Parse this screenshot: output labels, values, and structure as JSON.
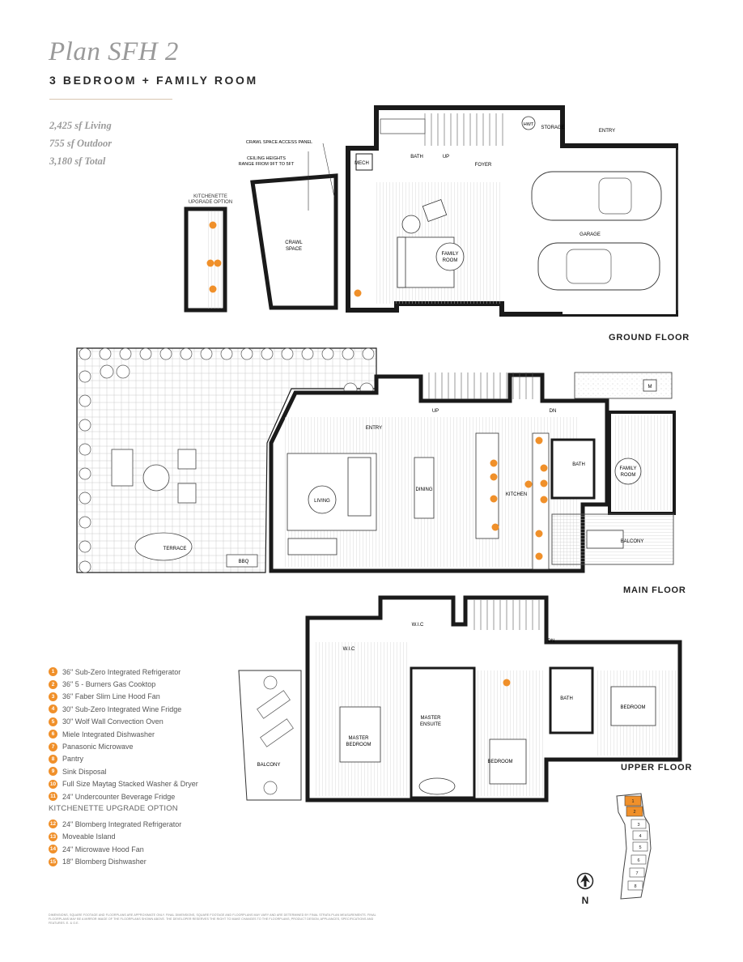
{
  "header": {
    "title": "Plan SFH 2",
    "subtitle": "3 BEDROOM + FAMILY ROOM",
    "areas": [
      "2,425 sf Living",
      "755 sf Outdoor",
      "3,180 sf Total"
    ]
  },
  "floors": {
    "ground": "GROUND FLOOR",
    "main": "MAIN FLOOR",
    "upper": "UPPER FLOOR"
  },
  "ground_labels": {
    "crawl_access": "CRAWL SPACE ACCESS PANEL",
    "ceiling_heights_1": "CEILING HEIGHTS",
    "ceiling_heights_2": "RANGE FROM 9FT TO 5FT",
    "kitchenette_1": "KITCHENETTE",
    "kitchenette_2": "UPGRADE OPTION",
    "crawl_1": "CRAWL",
    "crawl_2": "SPACE",
    "mech": "MECH",
    "bath": "BATH",
    "up": "UP",
    "foyer": "FOYER",
    "hwt": "HWT",
    "storage": "STORAGE",
    "entry": "ENTRY",
    "garage": "GARAGE",
    "family_1": "FAMILY",
    "family_2": "ROOM"
  },
  "main_labels": {
    "terrace": "TERRACE",
    "bbq": "BBQ",
    "entry": "ENTRY",
    "up": "UP",
    "dn": "DN",
    "living": "LIVING",
    "dining": "DINING",
    "kitchen": "KITCHEN",
    "bath": "BATH",
    "family_1": "FAMILY",
    "family_2": "ROOM",
    "balcony": "BALCONY",
    "m": "M"
  },
  "upper_labels": {
    "wic1": "W.I.C",
    "wic2": "W.I.C",
    "dn": "DN",
    "master_bed_1": "MASTER",
    "master_bed_2": "BEDROOM",
    "master_ens_1": "MASTER",
    "master_ens_2": "ENSUITE",
    "bedroom1": "BEDROOM",
    "bedroom2": "BEDROOM",
    "bath": "BATH",
    "balcony": "BALCONY"
  },
  "legend": {
    "items": [
      {
        "num": "1",
        "text": "36\" Sub-Zero Integrated Refrigerator"
      },
      {
        "num": "2",
        "text": "36\" 5 - Burners Gas Cooktop"
      },
      {
        "num": "3",
        "text": "36\" Faber Slim Line Hood Fan"
      },
      {
        "num": "4",
        "text": "30\" Sub-Zero Integrated Wine Fridge"
      },
      {
        "num": "5",
        "text": "30\" Wolf Wall Convection Oven"
      },
      {
        "num": "6",
        "text": "Miele Integrated Dishwasher"
      },
      {
        "num": "7",
        "text": "Panasonic Microwave"
      },
      {
        "num": "8",
        "text": "Pantry"
      },
      {
        "num": "9",
        "text": "Sink Disposal"
      },
      {
        "num": "10",
        "text": "Full Size Maytag Stacked Washer & Dryer"
      },
      {
        "num": "11",
        "text": "24\" Undercounter Beverage Fridge"
      }
    ],
    "kitchenette_heading": "KITCHENETTE UPGRADE OPTION",
    "kitchenette_items": [
      {
        "num": "12",
        "text": "24\" Blomberg Integrated Refrigerator"
      },
      {
        "num": "13",
        "text": "Moveable Island"
      },
      {
        "num": "14",
        "text": "24\" Microwave Hood Fan"
      },
      {
        "num": "15",
        "text": "18\" Blomberg Dishwasher"
      }
    ]
  },
  "compass": {
    "label": "N"
  },
  "keyplan_units": [
    "1",
    "2",
    "3",
    "4",
    "5",
    "6",
    "7",
    "8"
  ],
  "disclaimer": "DIMENSIONS, SQUARE FOOTAGE AND FLOORPLANS ARE APPROXIMATE ONLY. FINAL DIMENSIONS, SQUARE FOOTAGE AND FLOORPLANS MAY VARY AND ARE DETERMINED BY FINAL STRATA PLAN MEASUREMENTS. FINAL FLOORPLANS MAY BE A MIRROR IMAGE OF THE FLOORPLANS SHOWN ABOVE. THE DEVELOPER RESERVES THE RIGHT TO MAKE CHANGES TO THE FLOORPLANS, PRODUCT DESIGN, APPLIANCES, SPECIFICATIONS AND FEATURES. E. & O.E.",
  "colors": {
    "accent": "#f0902a",
    "wall": "#1a1a1a",
    "title": "#9a9a9a",
    "rule": "#d9c6b0"
  }
}
